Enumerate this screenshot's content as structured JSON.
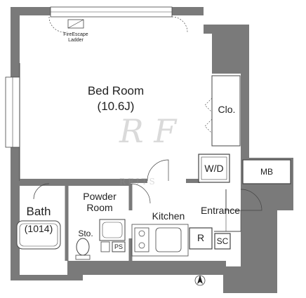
{
  "rooms": {
    "bedroom": {
      "name": "Bed Room",
      "size": "(10.6J)"
    },
    "closet": "Clo.",
    "washer_dryer": "W/D",
    "meter_box": "MB",
    "bath": {
      "name": "Bath",
      "size": "(1014)"
    },
    "powder_room": {
      "line1": "Powder",
      "line2": "Room"
    },
    "kitchen": "Kitchen",
    "entrance": "Entrance",
    "storage": "Sto.",
    "pipe_space": "PS",
    "refrigerator": "R",
    "shoe_closet": "SC",
    "fire_escape": {
      "line1": "FireEscape",
      "line2": "Ladder"
    }
  },
  "watermark": {
    "monogram": "R F",
    "text": "REITS"
  },
  "colors": {
    "wall": "#7a7a7a",
    "line": "#444444",
    "floor": "#ffffff",
    "watermark": "#bdbdbd"
  },
  "icons": {
    "north_arrow": "north-arrow-icon"
  }
}
